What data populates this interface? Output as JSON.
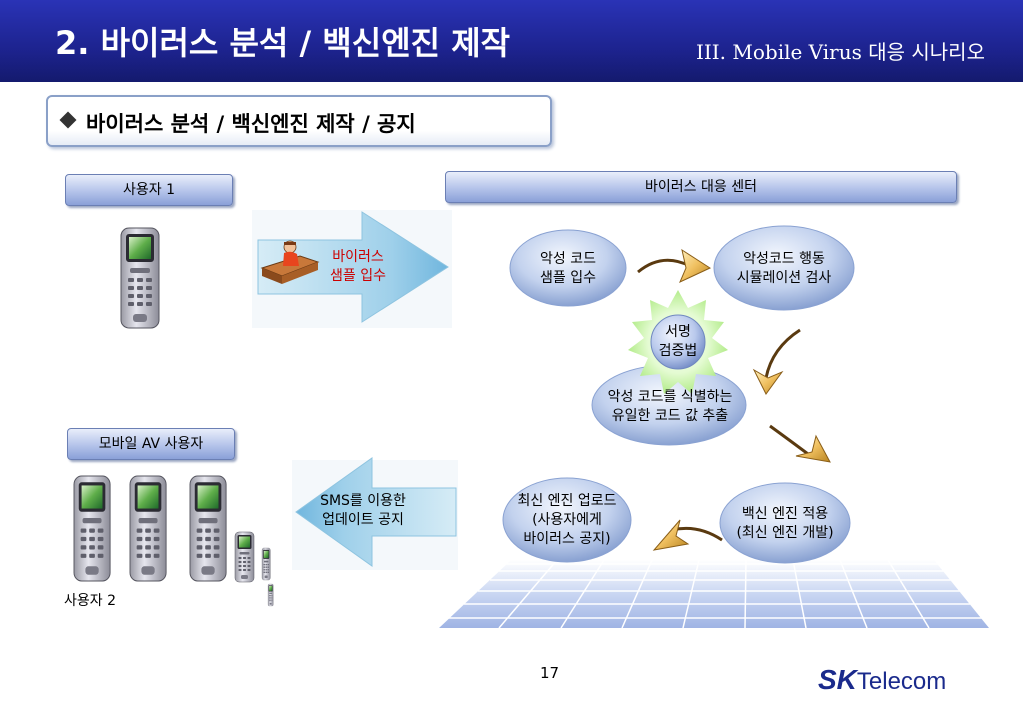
{
  "header": {
    "title": "2. 바이러스 분석 / 백신엔진 제작",
    "subtitle": "III. Mobile Virus 대응 시나리오"
  },
  "section": {
    "title": "바이러스 분석 / 백신엔진 제작 / 공지"
  },
  "tags": {
    "user1": "사용자 1",
    "center": "바이러스 대응 센터",
    "mobile_av_user": "모바일 AV 사용자"
  },
  "arrows": {
    "sample": "바이러스\n샘플 입수",
    "sms": "SMS를 이용한\n업데이트 공지"
  },
  "flow": {
    "step1": "악성 코드\n샘플 입수",
    "step2": "악성코드 행동\n시뮬레이션 검사",
    "signature": "서명\n검증법",
    "step3": "악성 코드를 식별하는\n유일한 코드 값 추출",
    "step4": "백신 엔진 적용\n(최신 엔진 개발)",
    "step5": "최신 엔진 업로드\n(사용자에게\n바이러스 공지)"
  },
  "user2_label": "사용자 2",
  "page_number": "17",
  "logo": {
    "mark": "SK",
    "text": "Telecom",
    "color": "#1a2a8c"
  },
  "colors": {
    "header": "#1d238f",
    "sample_arrow_text": "#cc0000",
    "oval": "#7e98cc"
  }
}
